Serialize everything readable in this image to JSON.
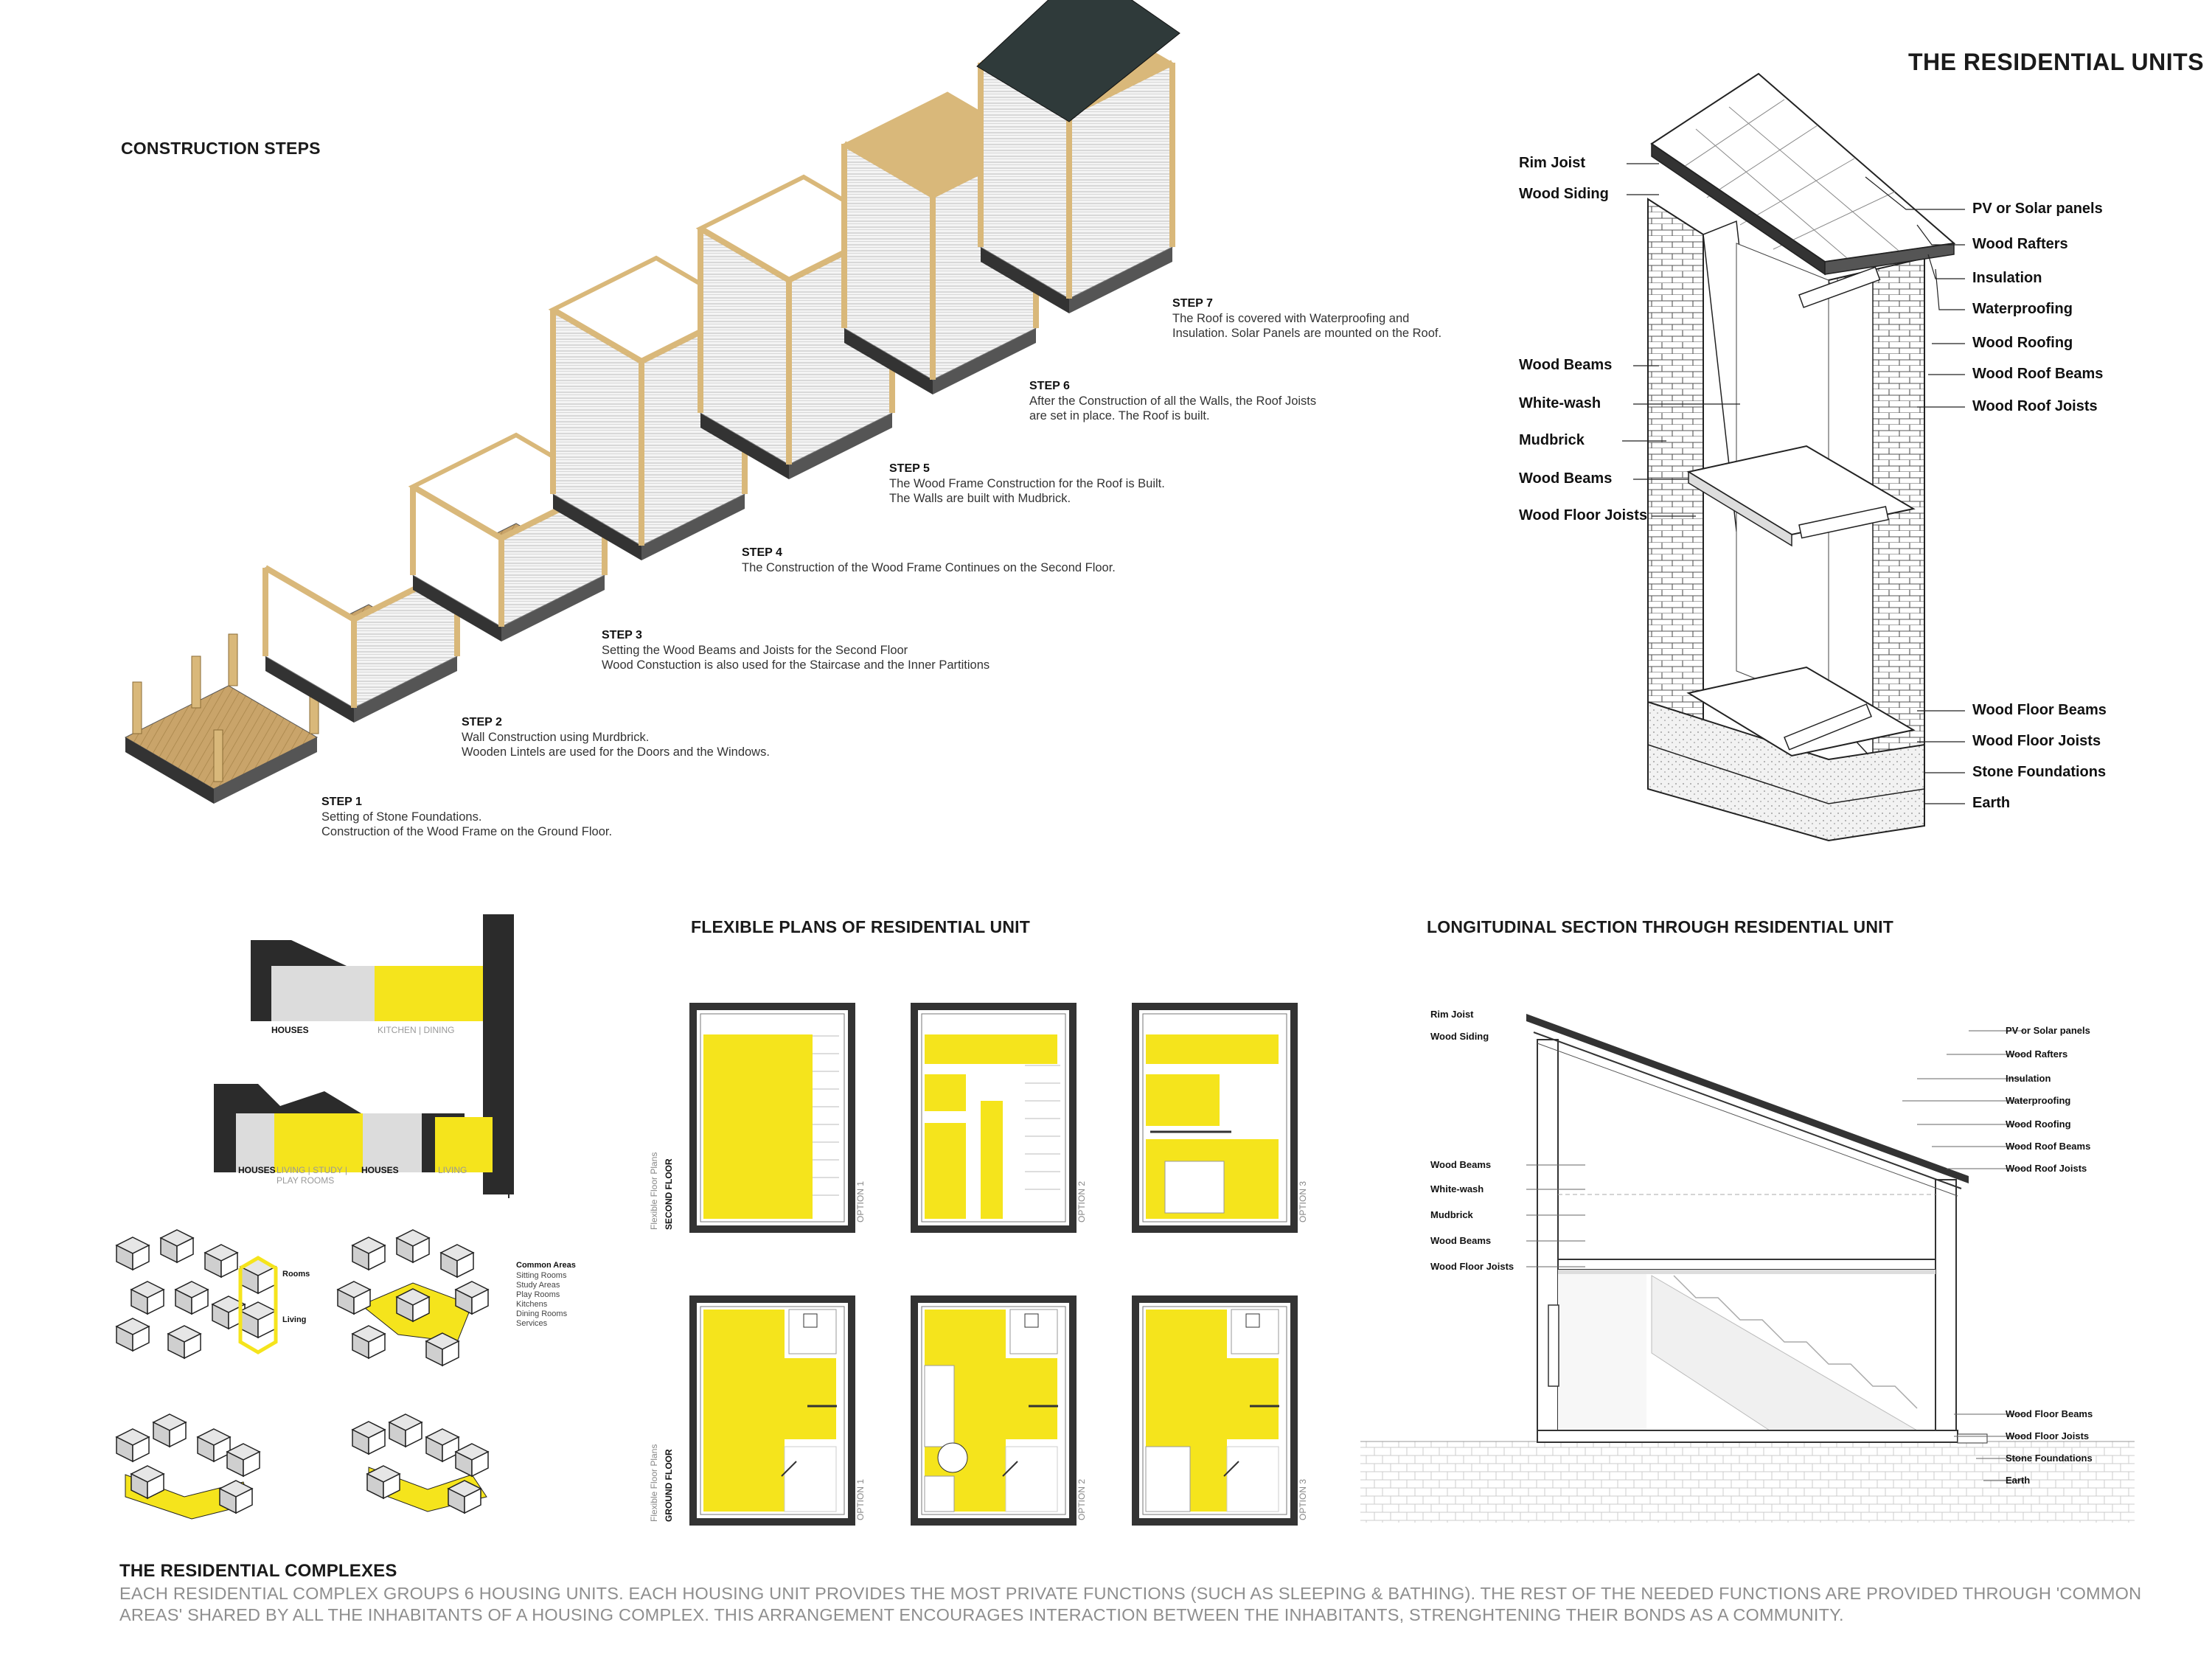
{
  "title": "THE RESIDENTIAL UNITS",
  "construction": {
    "heading": "CONSTRUCTION STEPS",
    "steps": [
      {
        "label": "STEP 1",
        "lines": [
          "Setting of Stone Foundations.",
          "Construction of the Wood Frame on the Ground Floor."
        ]
      },
      {
        "label": "STEP 2",
        "lines": [
          "Wall Construction using Murdbrick.",
          "Wooden Lintels are used for the Doors and the Windows."
        ]
      },
      {
        "label": "STEP 3",
        "lines": [
          "Setting the Wood  Beams and Joists for the Second Floor",
          "Wood Constuction is also used for the Staircase and the Inner Partitions"
        ]
      },
      {
        "label": "STEP 4",
        "lines": [
          "The Construction of the Wood Frame Continues on the Second Floor."
        ]
      },
      {
        "label": "STEP 5",
        "lines": [
          "The Wood Frame Construction for the Roof is Built.",
          "The Walls are built with Mudbrick."
        ]
      },
      {
        "label": "STEP 6",
        "lines": [
          "After the Construction of all the Walls, the Roof Joists",
          "are set in place. The Roof is built."
        ]
      },
      {
        "label": "STEP 7",
        "lines": [
          "The Roof is covered with Waterproofing and",
          "Insulation. Solar Panels are mounted on the Roof."
        ]
      }
    ]
  },
  "axo": {
    "left_labels": [
      "Rim Joist",
      "Wood Siding",
      "Wood Beams",
      "White-wash",
      "Mudbrick",
      "Wood Beams",
      "Wood Floor Joists"
    ],
    "right_labels": [
      "PV or Solar panels",
      "Wood Rafters",
      "Insulation",
      "Waterproofing",
      "Wood Roofing",
      "Wood Roof Beams",
      "Wood Roof Joists",
      "Wood Floor Beams",
      "Wood Floor Joists",
      "Stone Foundations",
      "Earth"
    ]
  },
  "complexes": {
    "houses": "HOUSES",
    "kitchen_dining": "KITCHEN | DINING",
    "living_study": "LIVING | STUDY |",
    "play_rooms": "PLAY ROOMS",
    "living": "LIVING",
    "rooms": "Rooms",
    "living_small": "Living",
    "common_title": "Common Areas",
    "common_items": [
      "Sitting Rooms",
      "Study Areas",
      "Play Rooms",
      "Kitchens",
      "Dining Rooms",
      "Services"
    ],
    "heading": "THE RESIDENTIAL COMPLEXES",
    "description": "EACH RESIDENTIAL COMPLEX GROUPS 6 HOUSING UNITS. EACH HOUSING UNIT PROVIDES THE MOST PRIVATE FUNCTIONS (SUCH AS SLEEPING & BATHING). THE REST OF THE NEEDED FUNCTIONS ARE PROVIDED THROUGH 'COMMON AREAS' SHARED BY ALL THE INHABITANTS OF A HOUSING COMPLEX. THIS ARRANGEMENT ENCOURAGES INTERACTION BETWEEN THE INHABITANTS, STRENGHTENING THEIR BONDS AS A COMMUNITY."
  },
  "plans": {
    "heading": "FLEXIBLE PLANS OF RESIDENTIAL UNIT",
    "flexible": "Flexible Floor Plans",
    "second_floor": "SECOND FLOOR",
    "ground_floor": "GROUND FLOOR",
    "options": [
      "OPTION 1",
      "OPTION 2",
      "OPTION 3"
    ]
  },
  "section": {
    "heading": "LONGITUDINAL SECTION THROUGH RESIDENTIAL UNIT",
    "left_labels": [
      "Rim Joist",
      "Wood Siding",
      "Wood Beams",
      "White-wash",
      "Mudbrick",
      "Wood Beams",
      "Wood Floor Joists"
    ],
    "right_labels": [
      "PV or Solar panels",
      "Wood Rafters",
      "Insulation",
      "Waterproofing",
      "Wood Roofing",
      "Wood Roof Beams",
      "Wood Roof Joists",
      "Wood Floor Beams",
      "Wood Floor Joists",
      "Stone Foundations",
      "Earth"
    ]
  },
  "colors": {
    "yellow": "#f5e41c",
    "wood": "#d9b87a",
    "dark": "#2b2b2b",
    "grey": "#dcdcdc"
  }
}
